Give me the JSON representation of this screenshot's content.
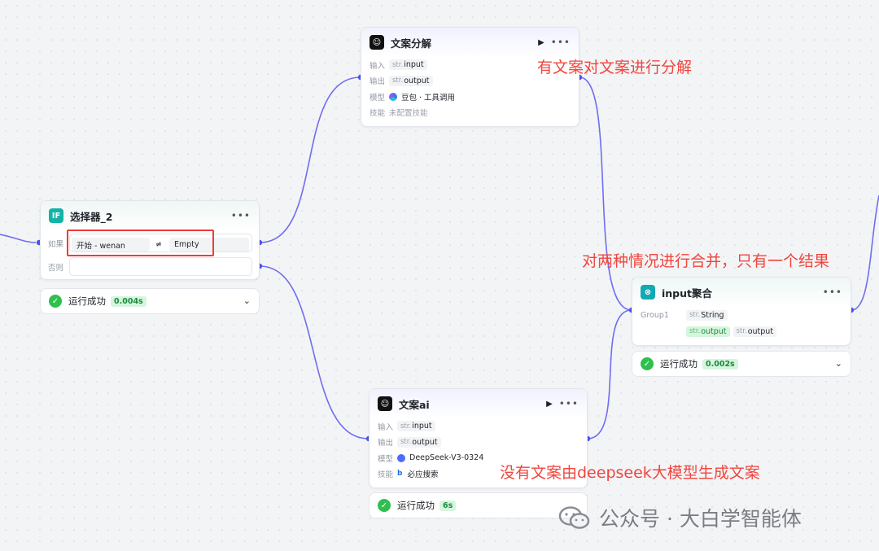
{
  "nodes": {
    "selector": {
      "title": "选择器_2",
      "if_label": "如果",
      "else_label": "否则",
      "condition": {
        "left": "开始 - wenan",
        "operator": "≠",
        "right": "Empty"
      },
      "status": "运行成功",
      "time": "0.004s"
    },
    "split": {
      "title": "文案分解",
      "input_label": "输入",
      "input_type": "str.",
      "input_name": "input",
      "output_label": "输出",
      "output_type": "str.",
      "output_name": "output",
      "model_label": "模型",
      "model_name": "豆包 · 工具调用",
      "skill_label": "技能",
      "skill_value": "未配置技能"
    },
    "ai": {
      "title": "文案ai",
      "input_label": "输入",
      "input_type": "str.",
      "input_name": "input",
      "output_label": "输出",
      "output_type": "str.",
      "output_name": "output",
      "model_label": "模型",
      "model_name": "DeepSeek-V3-0324",
      "skill_label": "技能",
      "skill_value": "必应搜索",
      "status": "运行成功",
      "time": "6s"
    },
    "aggregate": {
      "title": "input聚合",
      "group_label": "Group1",
      "group_type": "str.",
      "group_value": "String",
      "out1_type": "str.",
      "out1_name": "output",
      "out2_type": "str.",
      "out2_name": "output",
      "status": "运行成功",
      "time": "0.002s"
    }
  },
  "annotations": {
    "split": "有文案对文案进行分解",
    "merge": "对两种情况进行合并，只有一个结果",
    "ai": "没有文案由deepseek大模型生成文案"
  },
  "watermark": "公众号 · 大白学智能体",
  "icons": {
    "selector": "if-icon",
    "llm": "llm-icon",
    "aggregate": "aggregate-icon",
    "run": "play-icon",
    "more": "more-icon",
    "success": "check-circle-icon",
    "expand": "chevron-down-icon",
    "wechat": "wechat-icon"
  },
  "colors": {
    "edge": "#6f6ef0",
    "annotation": "#f1453d",
    "success": "#2fbf4f",
    "highlight": "#ef3b3b"
  }
}
